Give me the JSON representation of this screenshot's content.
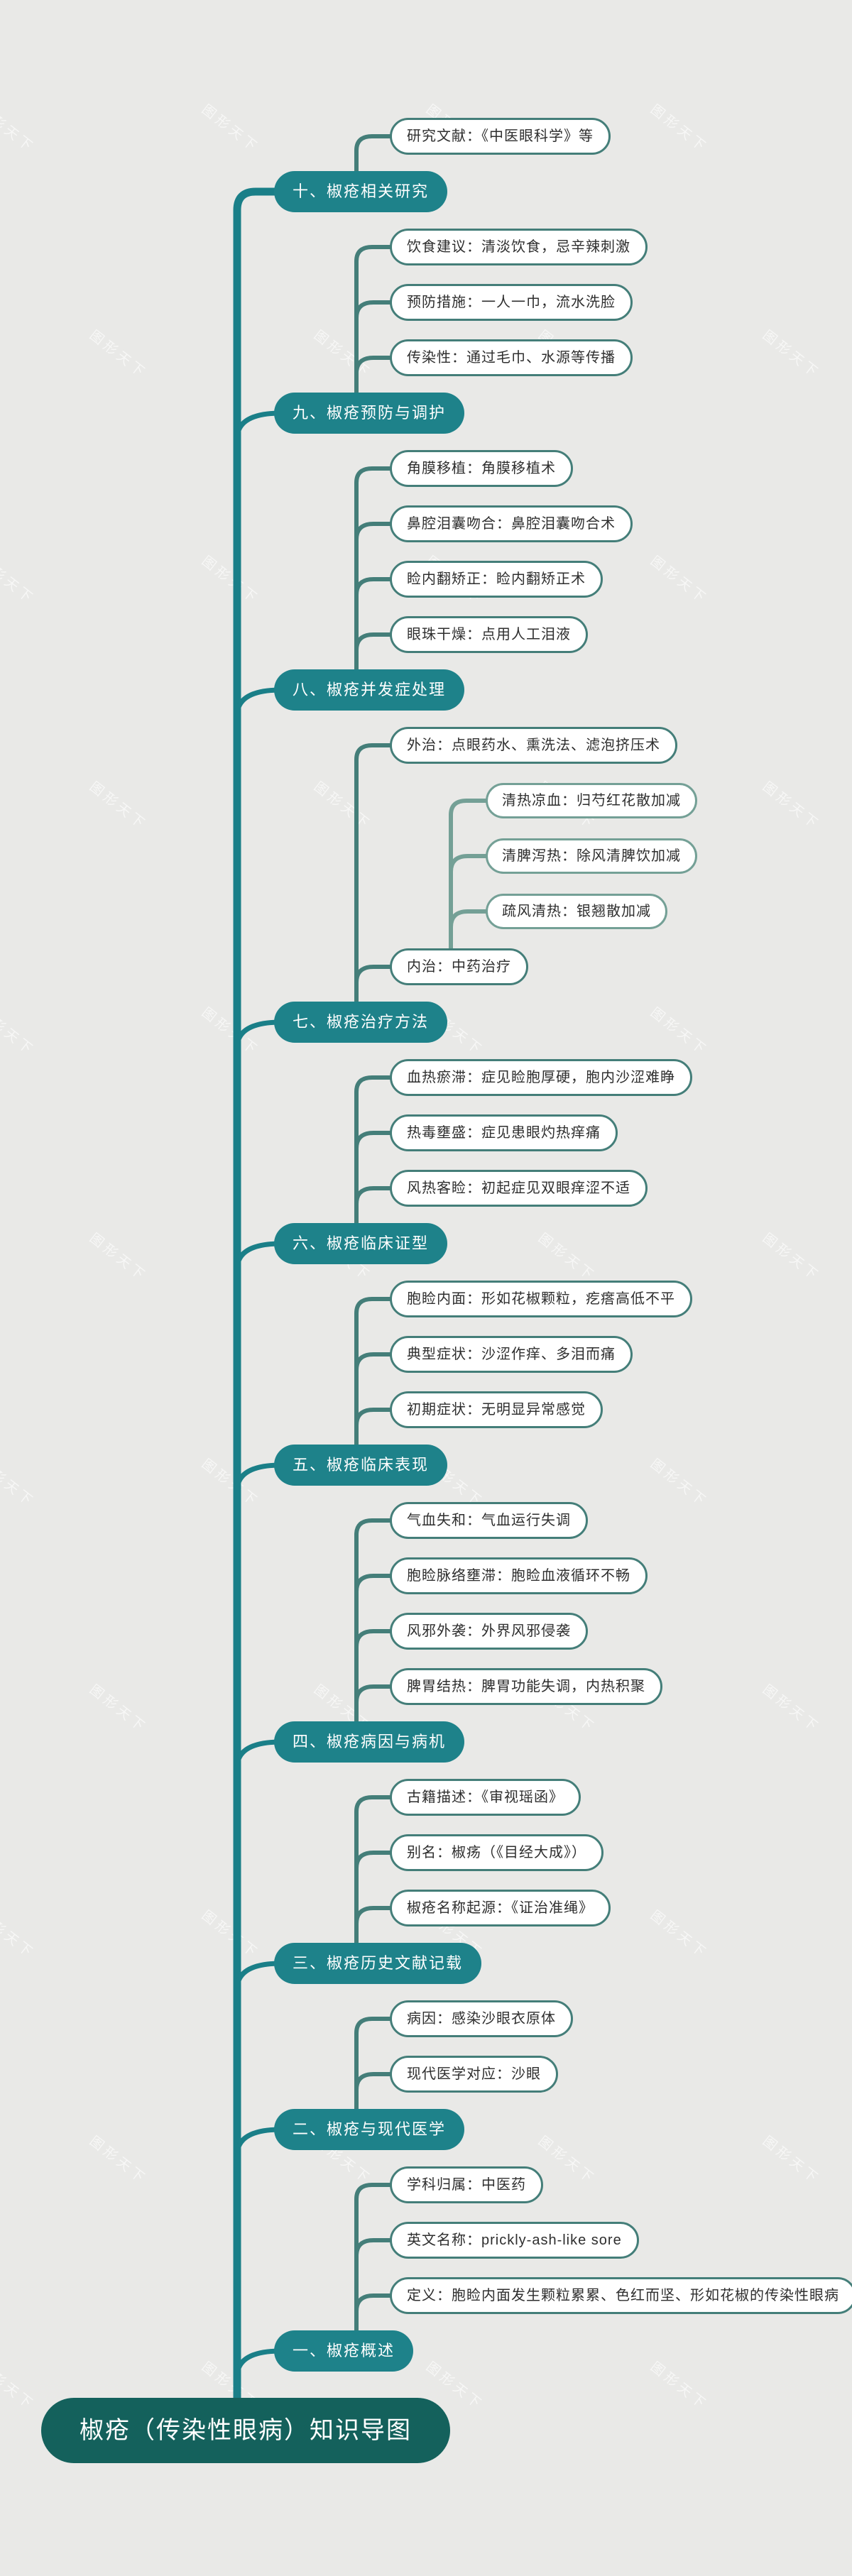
{
  "title": "椒疮（传染性眼病）知识导图",
  "watermark": "图形天下",
  "colors": {
    "background": "#e9e9e7",
    "trunk": "#1a7f88",
    "section_fill": "#1e828a",
    "section_text": "#ffffff",
    "branch2": "#447e79",
    "leaf_fill": "#ffffff",
    "leaf_text": "#2e2e2e",
    "branch3": "#74a096",
    "root_fill": "#14615c",
    "root_text": "#ffffff"
  },
  "sections": [
    {
      "label": "十、椒疮相关研究",
      "leaves": [
        {
          "label": "研究文献：《中医眼科学》等"
        }
      ]
    },
    {
      "label": "九、椒疮预防与调护",
      "leaves": [
        {
          "label": "饮食建议：清淡饮食，忌辛辣刺激"
        },
        {
          "label": "预防措施：一人一巾，流水洗脸"
        },
        {
          "label": "传染性：通过毛巾、水源等传播"
        }
      ]
    },
    {
      "label": "八、椒疮并发症处理",
      "leaves": [
        {
          "label": "角膜移植：角膜移植术"
        },
        {
          "label": "鼻腔泪囊吻合：鼻腔泪囊吻合术"
        },
        {
          "label": "睑内翻矫正：睑内翻矫正术"
        },
        {
          "label": "眼珠干燥：点用人工泪液"
        }
      ]
    },
    {
      "label": "七、椒疮治疗方法",
      "leaves": [
        {
          "label": "外治：点眼药水、熏洗法、滤泡挤压术"
        },
        {
          "label": "内治：中药治疗",
          "children": [
            {
              "label": "清热凉血：归芍红花散加减"
            },
            {
              "label": "清脾泻热：除风清脾饮加减"
            },
            {
              "label": "疏风清热：银翘散加减"
            }
          ]
        }
      ]
    },
    {
      "label": "六、椒疮临床证型",
      "leaves": [
        {
          "label": "血热瘀滞：症见睑胞厚硬，胞内沙涩难睁"
        },
        {
          "label": "热毒壅盛：症见患眼灼热痒痛"
        },
        {
          "label": "风热客睑：初起症见双眼痒涩不适"
        }
      ]
    },
    {
      "label": "五、椒疮临床表现",
      "leaves": [
        {
          "label": "胞睑内面：形如花椒颗粒，疙瘩高低不平"
        },
        {
          "label": "典型症状：沙涩作痒、多泪而痛"
        },
        {
          "label": "初期症状：无明显异常感觉"
        }
      ]
    },
    {
      "label": "四、椒疮病因与病机",
      "leaves": [
        {
          "label": "气血失和：气血运行失调"
        },
        {
          "label": "胞睑脉络壅滞：胞睑血液循环不畅"
        },
        {
          "label": "风邪外袭：外界风邪侵袭"
        },
        {
          "label": "脾胃结热：脾胃功能失调，内热积聚"
        }
      ]
    },
    {
      "label": "三、椒疮历史文献记载",
      "leaves": [
        {
          "label": "古籍描述：《审视瑶函》"
        },
        {
          "label": "别名：椒疡（《目经大成》）"
        },
        {
          "label": "椒疮名称起源：《证治准绳》"
        }
      ]
    },
    {
      "label": "二、椒疮与现代医学",
      "leaves": [
        {
          "label": "病因：感染沙眼衣原体"
        },
        {
          "label": "现代医学对应：沙眼"
        }
      ]
    },
    {
      "label": "一、椒疮概述",
      "leaves": [
        {
          "label": "学科归属：中医药"
        },
        {
          "label": "英文名称：prickly-ash-like sore"
        },
        {
          "label": "定义：胞睑内面发生颗粒累累、色红而坚、形如花椒的传染性眼病"
        }
      ]
    }
  ]
}
